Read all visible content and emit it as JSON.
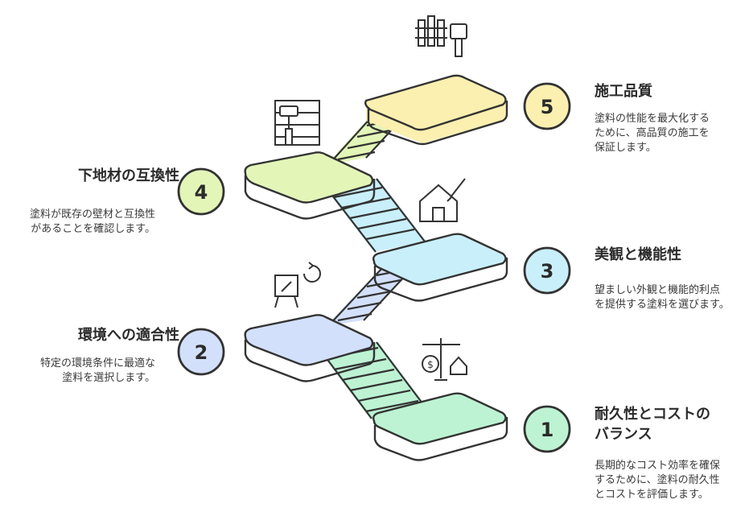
{
  "steps": [
    {
      "number": "1",
      "title": "耐久性とコストの",
      "title2": "バランス",
      "desc": [
        "長期的なコスト効率を確保",
        "するために、塗料の耐久性",
        "とコストを評価します。"
      ],
      "color": "#bdf3d3",
      "icon": "scales-dollar-house-icon"
    },
    {
      "number": "2",
      "title": "環境への適合性",
      "title2": "",
      "desc": [
        "特定の環境条件に最適な",
        "塗料を選択します。"
      ],
      "color": "#d3e0fb",
      "icon": "easel-refresh-icon"
    },
    {
      "number": "3",
      "title": "美観と機能性",
      "title2": "",
      "desc": [
        "望ましい外観と機能的利点",
        "を提供する塗料を選びます。"
      ],
      "color": "#c9effa",
      "icon": "house-brush-icon"
    },
    {
      "number": "4",
      "title": "下地材の互換性",
      "title2": "",
      "desc": [
        "塗料が既存の壁材と互換性",
        "があることを確認します。"
      ],
      "color": "#e3f6b8",
      "icon": "wall-roller-icon"
    },
    {
      "number": "5",
      "title": "施工品質",
      "title2": "",
      "desc": [
        "塗料の性能を最大化する",
        "ために、高品質の施工を",
        "保証します。"
      ],
      "color": "#fbf0b0",
      "icon": "fence-brush-icon"
    }
  ]
}
